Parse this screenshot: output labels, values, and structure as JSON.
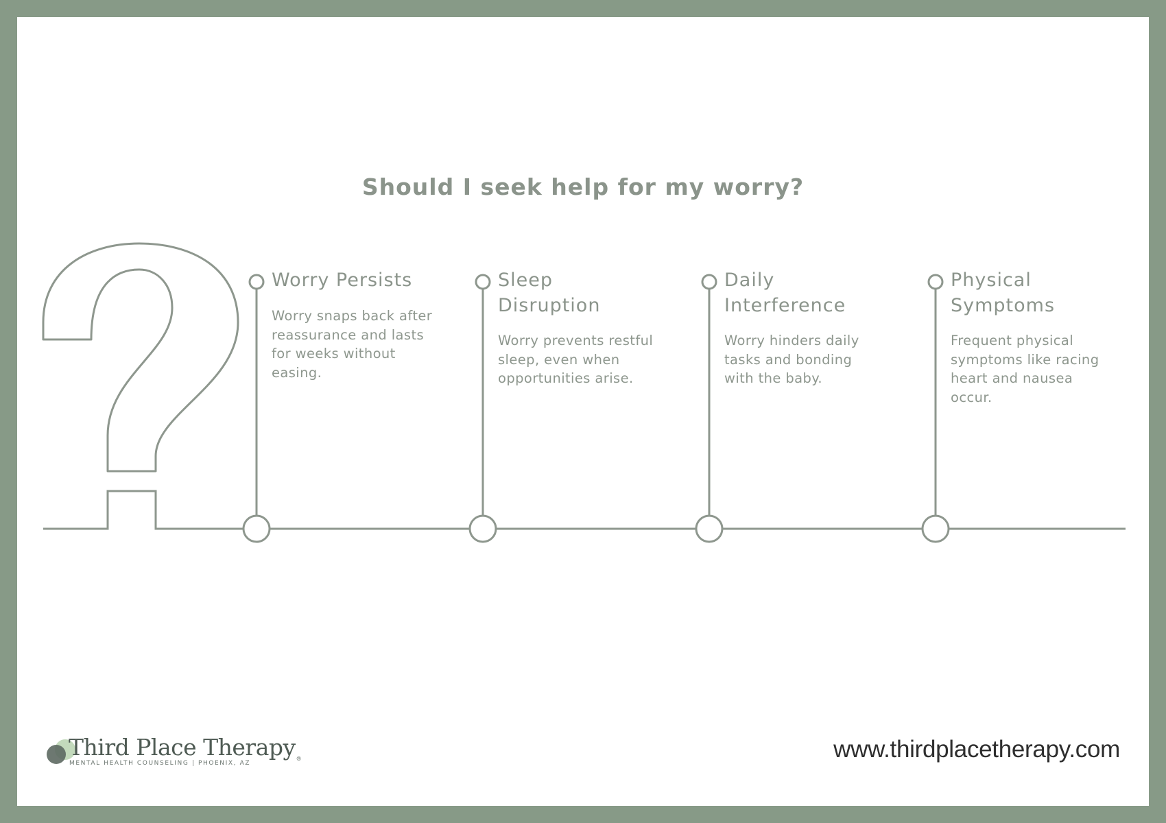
{
  "colors": {
    "frame": "#879a87",
    "card": "#ffffff",
    "line": "#8e978e",
    "text": "#8b948b",
    "website_text": "#2e2e2e",
    "logo_dark": "#4f5b54",
    "logo_light": "#b8d3b0"
  },
  "header": {
    "title": "Should I seek help for my worry?"
  },
  "decor": {
    "icon": "question-mark-outline"
  },
  "steps": [
    {
      "title_lines": [
        "Worry Persists"
      ],
      "description": "Worry snaps back after reassurance and lasts for weeks without easing."
    },
    {
      "title_lines": [
        "Sleep",
        "Disruption"
      ],
      "description": "Worry prevents restful sleep, even when opportunities arise."
    },
    {
      "title_lines": [
        "Daily",
        "Interference"
      ],
      "description": "Worry hinders daily tasks and bonding with the baby."
    },
    {
      "title_lines": [
        "Physical",
        "Symptoms"
      ],
      "description": "Frequent physical symptoms like racing heart and nausea occur."
    }
  ],
  "footer": {
    "logo_name": "Third Place Therapy",
    "logo_registered": "®",
    "logo_tagline": "MENTAL HEALTH COUNSELING | PHOENIX, AZ",
    "website": "www.thirdplacetherapy.com"
  }
}
